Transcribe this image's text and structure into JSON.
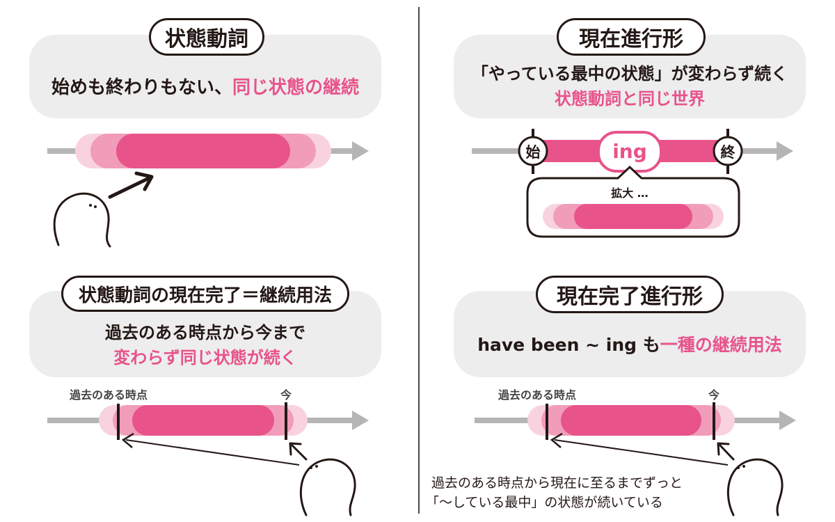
{
  "colors": {
    "pink_strong": "#e8538a",
    "pink_mid": "#f19cb9",
    "pink_light": "#f8d3df",
    "gray_arrow": "#b5b5b5",
    "panel_gray": "#ededed",
    "ink": "#231815"
  },
  "panel1": {
    "title": "状態動詞",
    "text_a": "始めも終わりもない、",
    "text_b": "同じ状態の継続"
  },
  "panel2": {
    "title": "現在進行形",
    "line1": "「やっている最中の状態」が変わらず続く",
    "line2": "状態動詞と同じ世界",
    "start_marker": "始",
    "ing_label": "ing",
    "end_marker": "終",
    "zoom_label": "拡大 …"
  },
  "panel3": {
    "title": "状態動詞の現在完了＝継続用法",
    "line1": "過去のある時点から今まで",
    "line2": "変わらず同じ状態が続く",
    "past_label": "過去のある時点",
    "now_label": "今"
  },
  "panel4": {
    "title": "現在完了進行形",
    "text_a": "have been ~ ing も",
    "text_b": "一種の継続用法",
    "past_label": "過去のある時点",
    "now_label": "今",
    "caption_line1": "過去のある時点から現在に至るまでずっと",
    "caption_line2": "「～している最中」の状態が続いている"
  }
}
